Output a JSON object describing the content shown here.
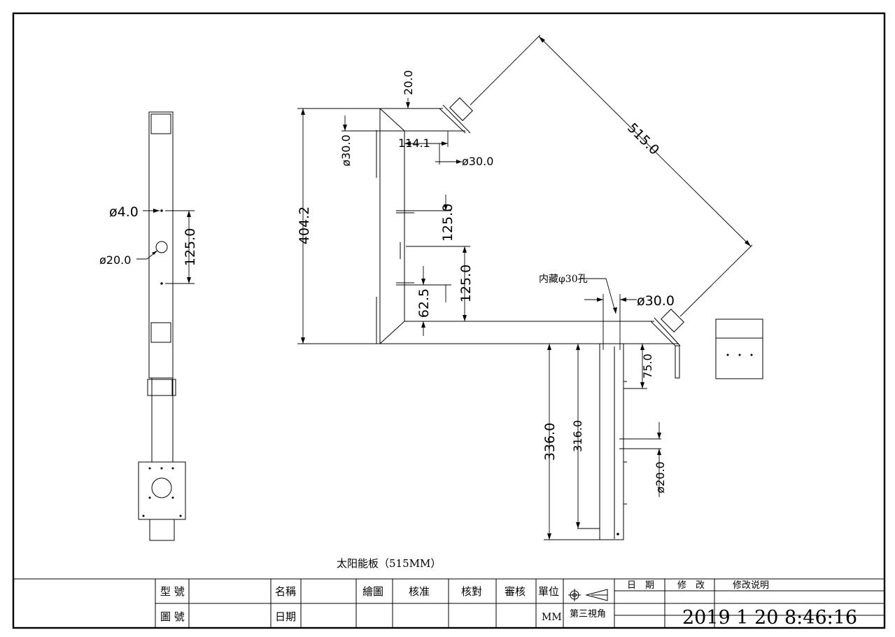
{
  "caption": "太阳能板（515MM）",
  "dimensions": {
    "side_hole_small": "ø4.0",
    "side_hole_large": "ø20.0",
    "side_spacing": "125.0",
    "top_offset": "20.0",
    "top_hole_left": "ø30.0",
    "top_width": "114.1",
    "top_hole_right": "ø30.0",
    "diagonal": "515.0",
    "total_height": "404.2",
    "upper_spacing": "125.0",
    "mid_spacing": "125.0",
    "bottom_offset": "62.5",
    "inner_hole_note": "内藏φ30孔",
    "lower_hole": "ø30.0",
    "pole_length": "336.0",
    "pole_inner": "316.0",
    "pole_top_offset": "75.0",
    "pole_hole": "ø20.0"
  },
  "title_block": {
    "model_label": "型 號",
    "drawing_no_label": "圖 號",
    "name_label": "名稱",
    "date_label": "日期",
    "drawn_label": "繪圖",
    "approved_label": "核准",
    "checked_label": "核對",
    "reviewed_label": "審核",
    "unit_label": "單位",
    "unit_value": "MM",
    "projection_label": "第三視角",
    "rev_date_header": "日　期",
    "rev_change_header": "修　改",
    "rev_note_header": "修改说明",
    "timestamp": "2019 1 20 8:46:16"
  }
}
